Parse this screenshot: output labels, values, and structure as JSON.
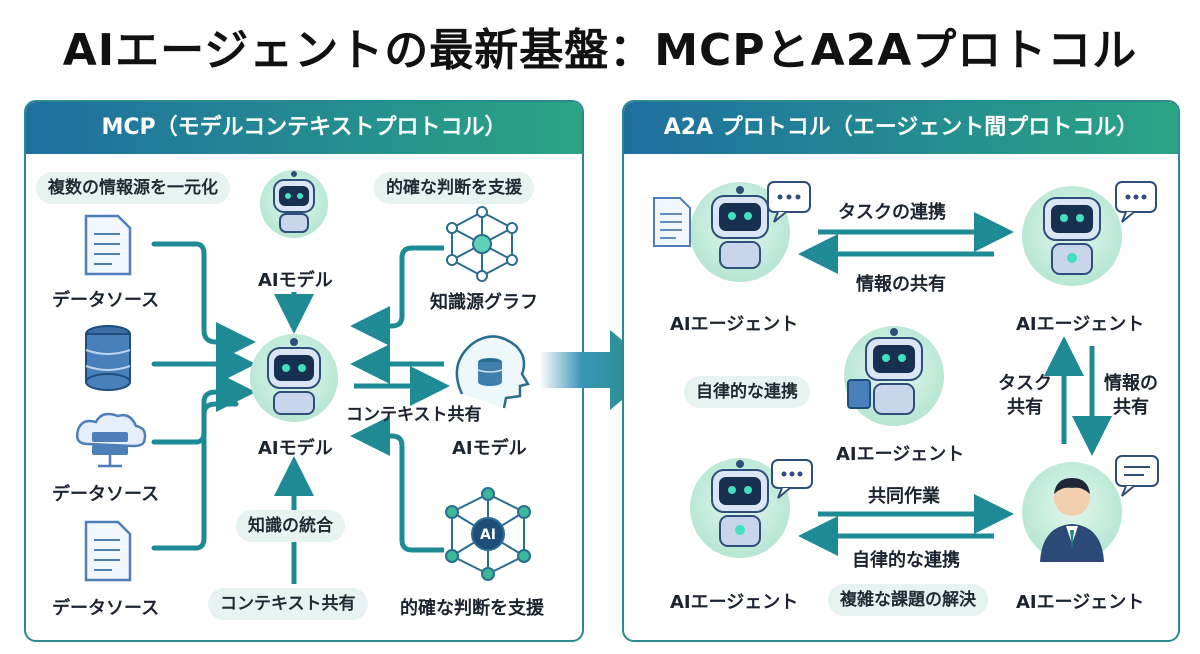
{
  "title": "AIエージェントの最新基盤：MCPとA2Aプロトコル",
  "left_panel": {
    "header": "MCP（モデルコンテキストプロトコル）",
    "pill_top_left": "複数の情報源を一元化",
    "pill_top_right": "的確な判断を支援",
    "pill_knowledge_integration": "知識の統合",
    "pill_context_sharing": "コンテキスト共有",
    "data_source_1": "データソース",
    "data_source_2": "データソース",
    "data_source_3": "データソース",
    "ai_model_top": "AIモデル",
    "ai_model_center": "AIモデル",
    "knowledge_graph": "知識源グラフ",
    "context_share_arrow": "コンテキスト共有",
    "ai_model_right": "AIモデル",
    "decision_support_bottom": "的確な判断を支援",
    "ai_node_text": "AI"
  },
  "right_panel": {
    "header": "A2A プロトコル（エージェント間プロトコル）",
    "task_coordination": "タスクの連携",
    "info_sharing": "情報の共有",
    "agent_top_left": "AIエージェント",
    "agent_top_right": "AIエージェント",
    "agent_center": "AIエージェント",
    "autonomous_pill": "自律的な連携",
    "task_share_line1": "タスク",
    "task_share_line2": "共有",
    "info_share_line1": "情報の",
    "info_share_line2": "共有",
    "collaboration": "共同作業",
    "autonomous_coordination": "自律的な連携",
    "agent_bottom_left": "AIエージェント",
    "agent_bottom_right": "AIエージェント",
    "complex_problem": "複雑な課題の解決"
  },
  "colors": {
    "header_start": "#1e6fa0",
    "header_end": "#2aa583",
    "arrow": "#1e8a94",
    "pill_bg": "#e6f3f0",
    "border": "#2b8a8f"
  }
}
